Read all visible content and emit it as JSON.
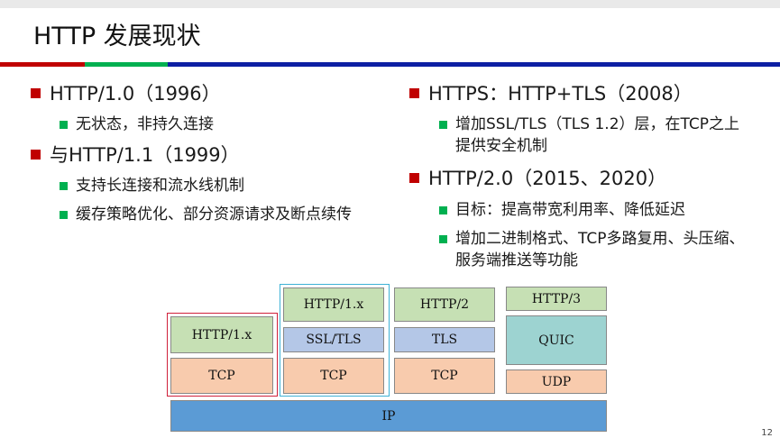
{
  "slide": {
    "title": "HTTP 发展现状",
    "page_number": "12",
    "colors": {
      "accent_red": "#c00000",
      "accent_green": "#00b050",
      "accent_blue": "#0d1fa3"
    }
  },
  "left": {
    "items": [
      {
        "label": "HTTP/1.0（1996）",
        "subs": [
          "无状态，非持久连接"
        ]
      },
      {
        "label": "与HTTP/1.1（1999）",
        "subs": [
          "支持长连接和流水线机制",
          "缓存策略优化、部分资源请求及断点续传"
        ]
      }
    ]
  },
  "right": {
    "items": [
      {
        "label": "HTTPS：HTTP+TLS（2008）",
        "subs": [
          "增加SSL/TLS（TLS 1.2）层，在TCP之上提供安全机制"
        ]
      },
      {
        "label": "HTTP/2.0（2015、2020）",
        "subs": [
          "目标：提高带宽利用率、降低延迟",
          "增加二进制格式、TCP多路复用、头压缩、服务端推送等功能"
        ]
      }
    ]
  },
  "diagram": {
    "col1": {
      "app": "HTTP/1.x",
      "transport": "TCP"
    },
    "col2": {
      "app": "HTTP/1.x",
      "security": "SSL/TLS",
      "transport": "TCP"
    },
    "col3": {
      "app": "HTTP/2",
      "security": "TLS",
      "transport": "TCP"
    },
    "col4": {
      "app": "HTTP/3",
      "security": "QUIC",
      "transport": "UDP"
    },
    "network": "IP"
  }
}
